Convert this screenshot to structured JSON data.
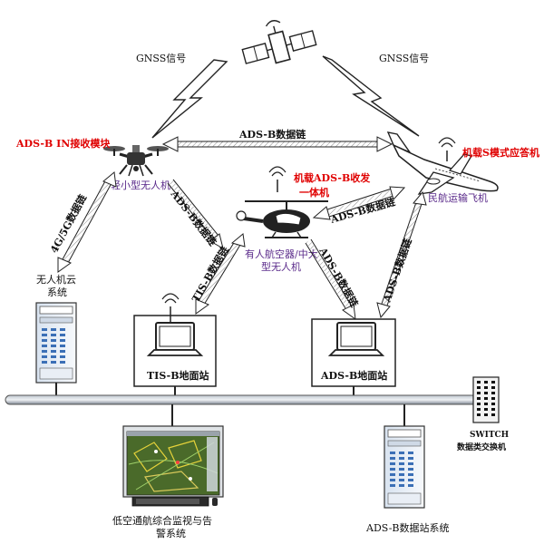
{
  "labels": {
    "gnss_left": "GNSS信号",
    "gnss_right": "GNSS信号",
    "adsb_in_module": "ADS-B IN接收模块",
    "adsb_link_top": "ADS-B数据链",
    "mode_s_transponder": "机载S模式应答机",
    "civil_aircraft": "民航运输飞机",
    "small_uav": "轻小型无人机",
    "adsb_transceiver_line1": "机载ADS-B收发",
    "adsb_transceiver_line2": "一体机",
    "adsb_link_heli_plane": "ADS-B数据链",
    "adsb_link_uav_tisb": "ADS-B数据链",
    "link_4g5g": "4G/5G数据链",
    "manned_line1": "有人航空器/中大",
    "manned_line2": "型无人机",
    "tisb_link": "TIS-B数据链",
    "adsb_link_heli_station": "ADS-B数据链",
    "adsb_link_plane_station": "ADS-B数据链",
    "uav_cloud_line1": "无人机云",
    "uav_cloud_line2": "系统",
    "tisb_station": "TIS-B地面站",
    "adsb_station": "ADS-B地面站",
    "switch_line1": "SWITCH",
    "switch_line2": "数据类交换机",
    "monitor_line1": "低空通航综合监视与告",
    "monitor_line2": "警系统",
    "adsb_data_system": "ADS-B数据站系统"
  }
}
